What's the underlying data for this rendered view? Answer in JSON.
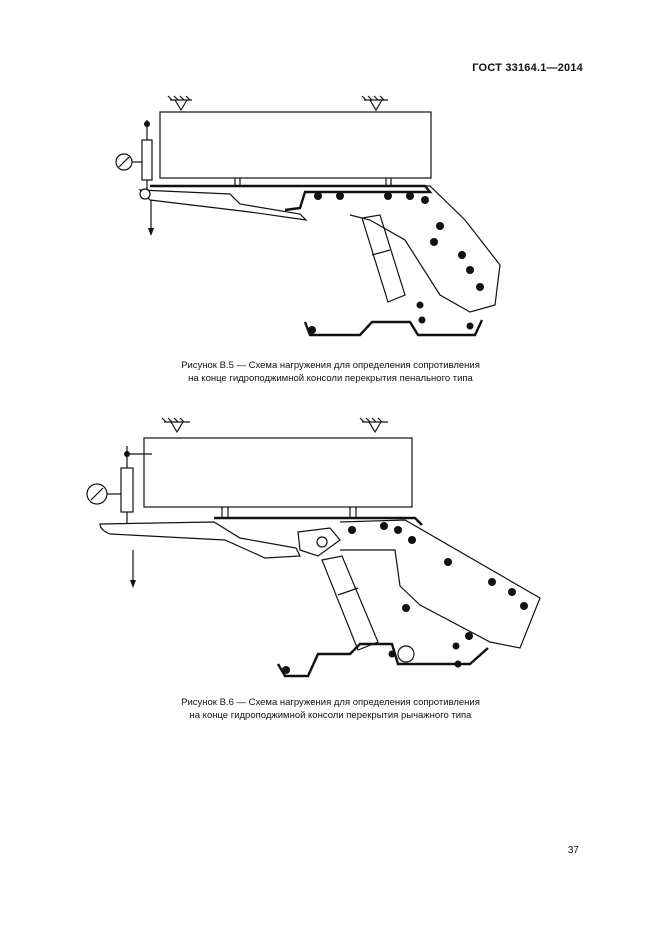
{
  "header": {
    "standard": "ГОСТ 33164.1—2014"
  },
  "figures": [
    {
      "caption_line1": "Рисунок В.5 — Схема нагружения для определения сопротивления",
      "caption_line2": "на конце гидроподжимной консоли перекрытия пенального типа"
    },
    {
      "caption_line1": "Рисунок В.6 — Схема нагружения для определения сопротивления",
      "caption_line2": "на конце гидроподжимной консоли перекрытия рычажного типа"
    }
  ],
  "footer": {
    "page_number": "37"
  }
}
